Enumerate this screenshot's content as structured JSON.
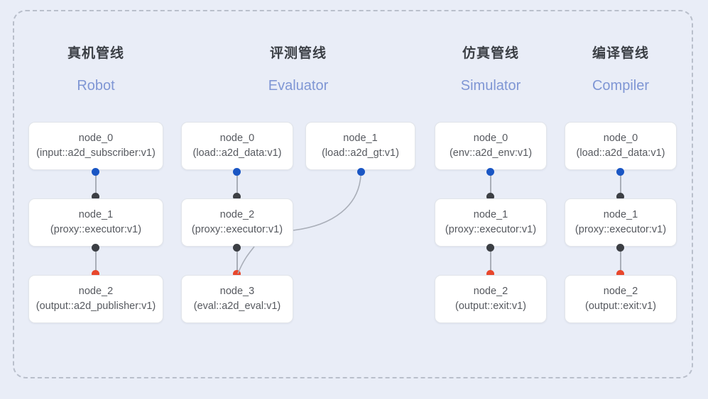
{
  "diagram": {
    "background_color": "#e9edf7",
    "border_style": "dashed",
    "border_color": "#b9bfcb",
    "colors": {
      "title": "#3b3f45",
      "subtitle": "#7f96d4",
      "node_text": "#56595f",
      "edge": "#a9aeb8",
      "port_source": "#1a56c4",
      "port_proxy": "#3c3f44",
      "port_sink": "#e8472c"
    }
  },
  "columns": [
    {
      "title": "真机管线",
      "subtitle": "Robot",
      "nodes": [
        {
          "name": "node_0",
          "type": "(input::a2d_subscriber:v1)"
        },
        {
          "name": "node_1",
          "type": "(proxy::executor:v1)"
        },
        {
          "name": "node_2",
          "type": "(output::a2d_publisher:v1)"
        }
      ]
    },
    {
      "title": "评测管线",
      "subtitle": "Evaluator",
      "nodes": [
        {
          "name": "node_0",
          "type": "(load::a2d_data:v1)"
        },
        {
          "name": "node_1",
          "type": "(load::a2d_gt:v1)"
        },
        {
          "name": "node_2",
          "type": "(proxy::executor:v1)"
        },
        {
          "name": "node_3",
          "type": "(eval::a2d_eval:v1)"
        }
      ]
    },
    {
      "title": "仿真管线",
      "subtitle": "Simulator",
      "nodes": [
        {
          "name": "node_0",
          "type": "(env::a2d_env:v1)"
        },
        {
          "name": "node_1",
          "type": "(proxy::executor:v1)"
        },
        {
          "name": "node_2",
          "type": "(output::exit:v1)"
        }
      ]
    },
    {
      "title": "编译管线",
      "subtitle": "Compiler",
      "nodes": [
        {
          "name": "node_0",
          "type": "(load::a2d_data:v1)"
        },
        {
          "name": "node_1",
          "type": "(proxy::executor:v1)"
        },
        {
          "name": "node_2",
          "type": "(output::exit:v1)"
        }
      ]
    }
  ]
}
